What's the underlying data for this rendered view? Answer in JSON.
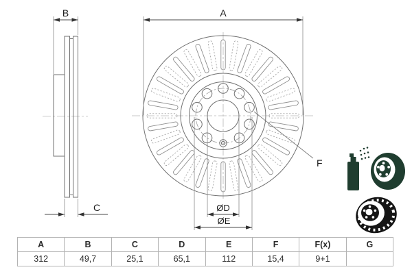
{
  "drawing": {
    "labels": {
      "A": "A",
      "B": "B",
      "C": "C",
      "D": "ØD",
      "E": "ØE",
      "F": "F"
    },
    "front_view": {
      "vent_slot_count": 36,
      "bolt_hole_count": 9,
      "bolt_hole_angles_deg": [
        0,
        36,
        72,
        108,
        144,
        216,
        252,
        288,
        324
      ],
      "pilot_hole_angle_deg": 180
    },
    "colors": {
      "outline": "#707070",
      "dimension": "#4a4a4a",
      "centerline": "#b5b5b5"
    }
  },
  "icons": [
    {
      "name": "coated-disc-spray-icon",
      "color": "#1f3d2f"
    },
    {
      "name": "vented-brake-disc-icon",
      "color": "#151515"
    }
  ],
  "table": {
    "headers": [
      "A",
      "B",
      "C",
      "D",
      "E",
      "F",
      "F(x)",
      "G"
    ],
    "values": [
      "312",
      "49,7",
      "25,1",
      "65,1",
      "112",
      "15,4",
      "9+1",
      ""
    ]
  }
}
